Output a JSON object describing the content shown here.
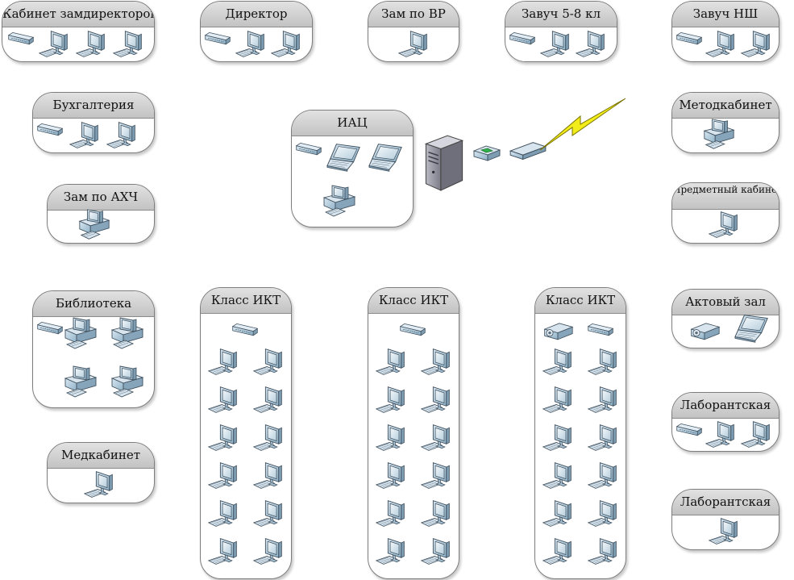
{
  "rooms": [
    {
      "key": "zamdir",
      "title": "Кабинет замдиректоров"
    },
    {
      "key": "director",
      "title": "Директор"
    },
    {
      "key": "zamvr",
      "title": "Зам по ВР"
    },
    {
      "key": "zavuch58",
      "title": "Завуч 5-8 кл"
    },
    {
      "key": "zavuchnsh",
      "title": "Завуч НШ"
    },
    {
      "key": "buh",
      "title": "Бухгалтерия"
    },
    {
      "key": "metod",
      "title": "Методкабинет"
    },
    {
      "key": "iac",
      "title": "ИАЦ"
    },
    {
      "key": "zamahch",
      "title": "Зам по АХЧ"
    },
    {
      "key": "predmet",
      "title": "Предметный кабинет"
    },
    {
      "key": "library",
      "title": "Библиотека"
    },
    {
      "key": "ikt1",
      "title": "Класс ИКТ"
    },
    {
      "key": "ikt2",
      "title": "Класс ИКТ"
    },
    {
      "key": "ikt3",
      "title": "Класс ИКТ"
    },
    {
      "key": "actzal",
      "title": "Актовый зал"
    },
    {
      "key": "lab1",
      "title": "Лаборантская"
    },
    {
      "key": "med",
      "title": "Медкабинет"
    },
    {
      "key": "lab2",
      "title": "Лаборантская"
    }
  ],
  "icons": {
    "switch": "network-switch-icon",
    "workstation": "workstation-icon",
    "desktop": "desktop-pc-icon",
    "laptop": "laptop-icon",
    "projector": "projector-icon",
    "server": "server-icon",
    "router": "router-icon",
    "modem": "modem-icon",
    "link": "wireless-link-icon"
  },
  "colors": {
    "frame_border": "#7d7d7d",
    "title_bar": "#cfcfcf",
    "device_body": "#a9c4d6",
    "server_body": "#8e8e9a",
    "lightning": "#e8e000"
  }
}
